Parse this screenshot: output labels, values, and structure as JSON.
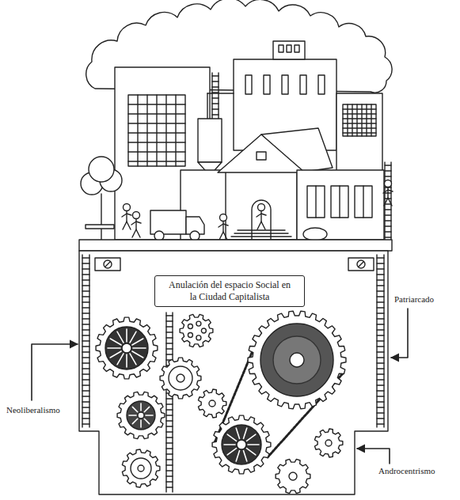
{
  "diagram": {
    "nodes": [
      {
        "text": [
          "Anulación del espacio Social en la Ciudad Capitalista"
        ]
      }
    ],
    "labels": [
      "Patriarcado",
      "Neoliberalismo",
      "Androcentrismo"
    ]
  }
}
